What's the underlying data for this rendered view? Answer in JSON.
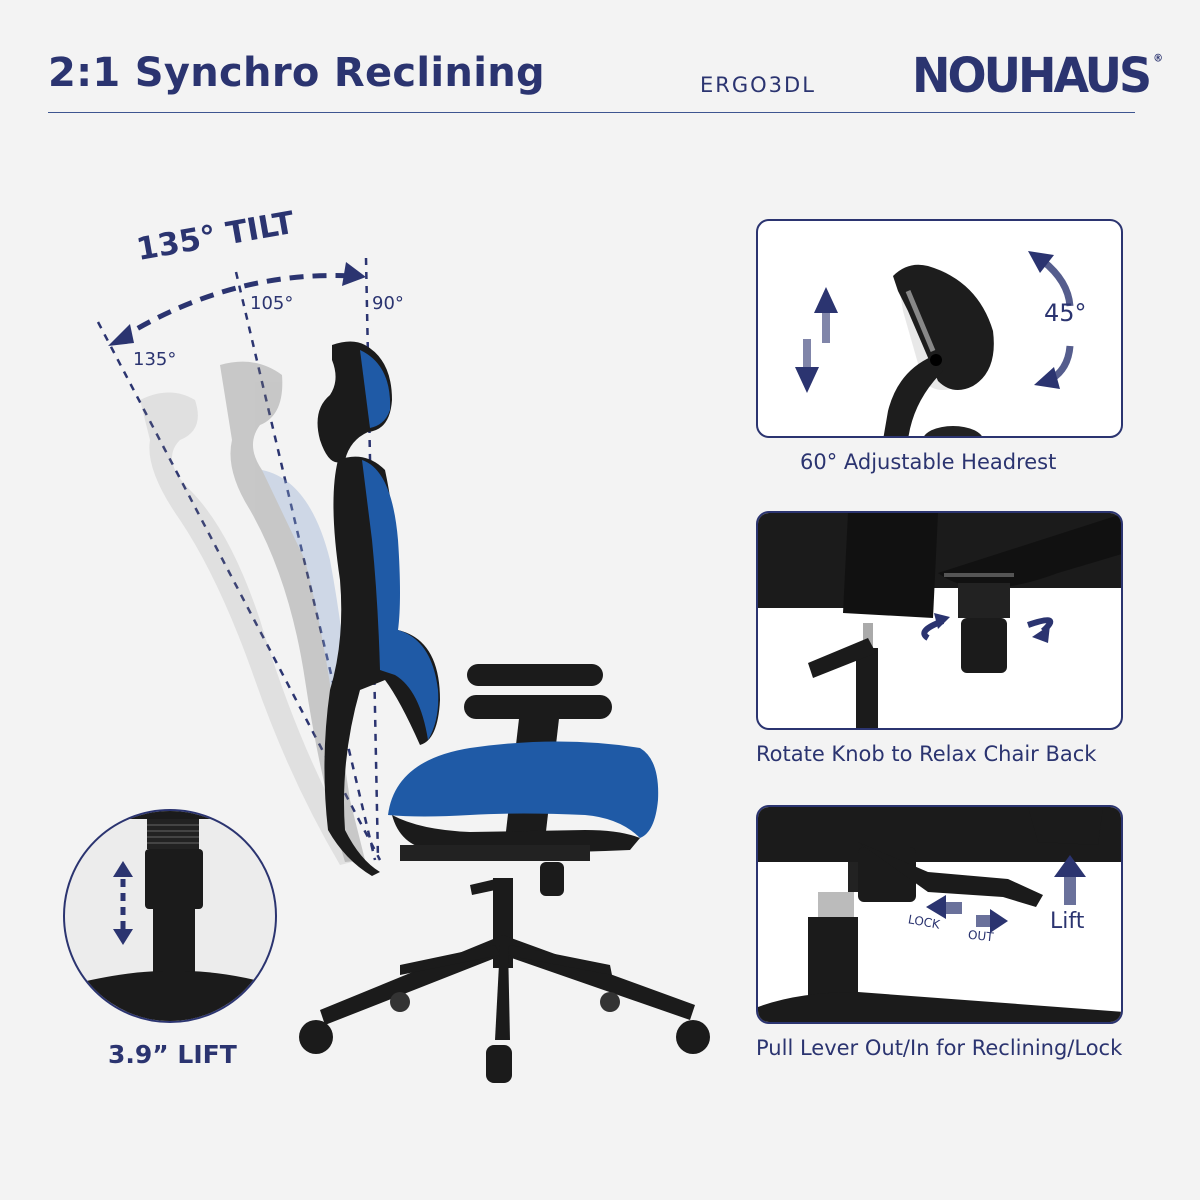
{
  "header": {
    "title": "2:1 Synchro Reclining",
    "model": "ERGO3DL",
    "brand": "NOUHAUS",
    "brand_mark": "®"
  },
  "tilt_diagram": {
    "label": "135° TILT",
    "angles": [
      "135°",
      "105°",
      "90°"
    ]
  },
  "lift": {
    "label": "3.9” LIFT"
  },
  "features": [
    {
      "caption": "60° Adjustable Headrest",
      "annotation": "45°"
    },
    {
      "caption": "Rotate Knob to Relax Chair Back"
    },
    {
      "caption": "Pull Lever Out/In for Reclining/Lock",
      "annotations": {
        "lock": "LOCK",
        "out": "OUT",
        "lift": "Lift"
      }
    }
  ],
  "colors": {
    "accent": "#2b3470",
    "mesh_blue": "#1f5aa6",
    "frame_black": "#1b1b1b",
    "background": "#f3f3f3"
  }
}
